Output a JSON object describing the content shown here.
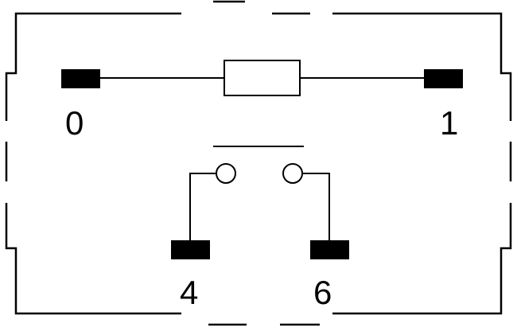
{
  "diagram": {
    "type": "relay-pin-diagram",
    "colors": {
      "line": "#000000",
      "pad": "#000000",
      "background": "#ffffff"
    },
    "pins": [
      {
        "id": "pin-0",
        "label": "0"
      },
      {
        "id": "pin-1",
        "label": "1"
      },
      {
        "id": "pin-4",
        "label": "4"
      },
      {
        "id": "pin-6",
        "label": "6"
      }
    ],
    "components": [
      {
        "id": "coil",
        "symbol": "resistor-rectangle",
        "connects": [
          "0",
          "1"
        ]
      },
      {
        "id": "switch",
        "symbol": "normally-open-contact",
        "connects": [
          "4",
          "6"
        ]
      }
    ]
  }
}
